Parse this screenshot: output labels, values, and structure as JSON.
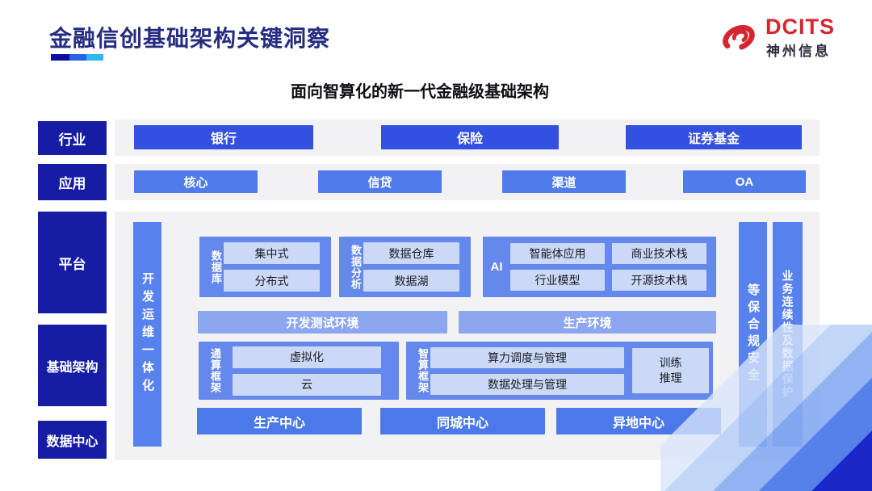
{
  "header": {
    "title": "金融信创基础架构关键洞察",
    "logo_brand": "DCITS",
    "logo_company": "神州信息",
    "logo_icon": "swirl-icon"
  },
  "subtitle": "面向智算化的新一代金融级基础架构",
  "left_labels": {
    "industry": "行业",
    "application": "应用",
    "platform": "平台",
    "infrastructure": "基础架构",
    "datacenter": "数据中心"
  },
  "industry_row": [
    "银行",
    "保险",
    "证券基金"
  ],
  "application_row": [
    "核心",
    "信贷",
    "渠道",
    "OA"
  ],
  "platform": {
    "devops_bar": "开发运维一体化",
    "database": {
      "label": "数据库",
      "items": [
        "集中式",
        "分布式"
      ]
    },
    "analytics": {
      "label": "数据分析",
      "items": [
        "数据仓库",
        "数据湖"
      ]
    },
    "ai": {
      "label": "AI",
      "items": [
        "智能体应用",
        "商业技术栈",
        "行业模型",
        "开源技术栈"
      ]
    },
    "environments": [
      "开发测试环境",
      "生产环境"
    ],
    "general_framework": {
      "label": "通算框架",
      "items": [
        "虚拟化",
        "云"
      ]
    },
    "intelligent_framework": {
      "label": "智算框架",
      "items": [
        "算力调度与管理",
        "数据处理与管理"
      ],
      "side_box": [
        "训练",
        "推理"
      ]
    },
    "centers": [
      "生产中心",
      "同城中心",
      "异地中心"
    ],
    "security_bar": "等保合规安全",
    "continuity_bar": "业务连续性及数据保护"
  },
  "colors": {
    "title_navy": "#262C80",
    "navy_label": "#161CA4",
    "industry_blue": "#3351E1",
    "app_blue": "#4F7BEB",
    "section_blue": "#6488EC",
    "env_blue": "#8CA6F0",
    "bar_blue": "#5781EC",
    "center_blue": "#4C79EA",
    "light_box": "#CBD9F7",
    "panel_gray": "#F2F2F5",
    "brand_red": "#D5252F",
    "accent_cyan": "#2DB8F0",
    "deco_dark": "#1B27C8"
  }
}
